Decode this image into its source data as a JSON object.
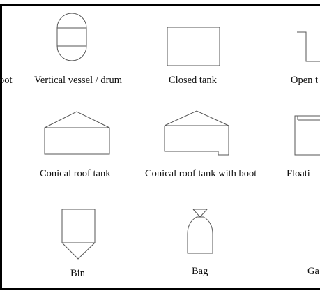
{
  "symbols": [
    {
      "id": "boot",
      "label": "oot",
      "shape": "vessel-with-boot-partial"
    },
    {
      "id": "vertical-vessel",
      "label": "Vertical vessel / drum",
      "shape": "vertical-vessel-icon"
    },
    {
      "id": "closed-tank",
      "label": "Closed tank",
      "shape": "closed-tank-icon"
    },
    {
      "id": "open-tank",
      "label": "Open t",
      "shape": "open-tank-icon"
    },
    {
      "id": "conical-roof-tank",
      "label": "Conical roof tank",
      "shape": "conical-roof-tank-icon"
    },
    {
      "id": "conical-roof-tank-boot",
      "label": "Conical roof tank with boot",
      "shape": "conical-roof-tank-boot-icon"
    },
    {
      "id": "floating-roof-tank",
      "label": "Floati",
      "shape": "floating-roof-tank-icon"
    },
    {
      "id": "bin",
      "label": "Bin",
      "shape": "bin-icon"
    },
    {
      "id": "bag",
      "label": "Bag",
      "shape": "bag-icon"
    },
    {
      "id": "gas-holder",
      "label": "Ga",
      "shape": "gas-holder-partial"
    }
  ],
  "colors": {
    "stroke": "#555555",
    "frame": "#000000",
    "text": "#111111"
  }
}
